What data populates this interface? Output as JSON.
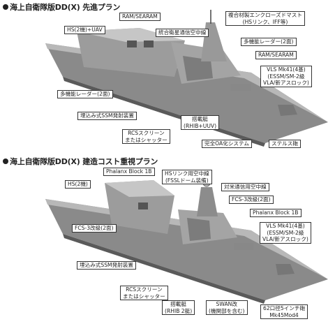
{
  "plan1": {
    "title": "海上自衛隊版DD(X) 先進プラン",
    "labels": {
      "ram_top": [
        "RAM/SEARAM"
      ],
      "hs": [
        "HS(2機)+UAV"
      ],
      "composite_mast": [
        "複合材製エンクローズドマスト",
        "(HSリンク、IFF等)"
      ],
      "integrated_comm": [
        "統合衛星通信空中線"
      ],
      "mfr_upper": [
        "多機能レーダー(2面)"
      ],
      "ram_right": [
        "RAM/SEARAM"
      ],
      "vls": [
        "VLS Mk41(4基)",
        "(ESSM/SM-2級",
        "VLA/新アスロック)"
      ],
      "mfr_lower": [
        "多機能レーダー(2面)"
      ],
      "ssm": [
        "埋込み式SSM発射装置"
      ],
      "boat": [
        "搭載艇",
        "(RHIB+UUV)"
      ],
      "rcs": [
        "RCSスクリーン",
        "またはシャッター"
      ],
      "oa": [
        "完全OA化システム"
      ],
      "stealth_gun": [
        "ステルス砲"
      ]
    }
  },
  "plan2": {
    "title": "海上自衛隊版DD(X) 建造コスト重視プラン",
    "labels": {
      "phalanx_top": [
        "Phalanx Block 1B"
      ],
      "hs": [
        "HS(2機)"
      ],
      "hs_link": [
        "HSリンク用空中線",
        "(FSSLドーム装備)"
      ],
      "satcom": [
        "対米通信用空中線"
      ],
      "fcs_upper": [
        "FCS-3改級(2面)"
      ],
      "phalanx_right": [
        "Phalanx Block 1B"
      ],
      "fcs_lower": [
        "FCS-3改級(2面)"
      ],
      "vls": [
        "VLS Mk41(4基)",
        "(ESSM/SM-2級",
        "VLA/新アスロック)"
      ],
      "ssm": [
        "埋込み式SSM発射装置"
      ],
      "rcs": [
        "RCSスクリーン",
        "またはシャッター"
      ],
      "boat": [
        "搭載艇",
        "(RHIB 2艇)"
      ],
      "swan": [
        "SWAN改",
        "(機関部を含む)"
      ],
      "gun": [
        "62口径5インチ砲",
        "Mk45Mod4"
      ]
    }
  }
}
